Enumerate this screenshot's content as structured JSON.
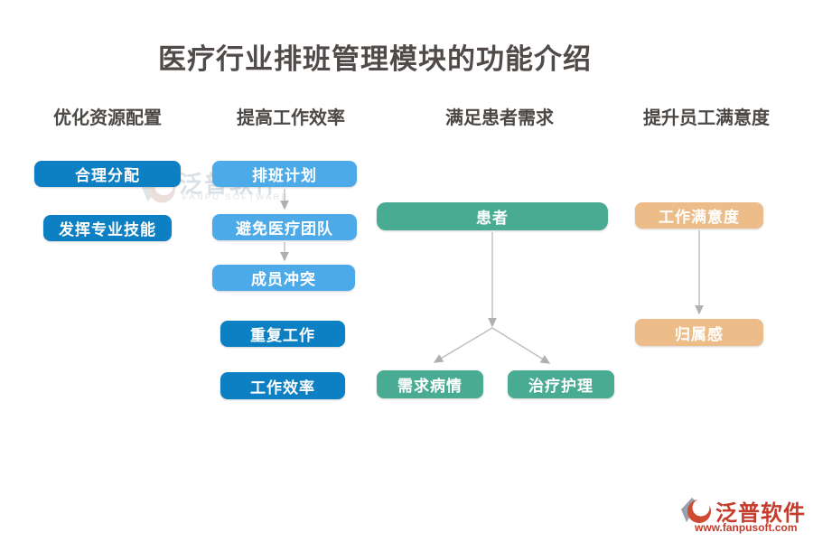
{
  "title": "医疗行业排班管理模块的功能介绍",
  "columns": [
    {
      "header": "优化资源配置",
      "boxes": [
        {
          "label": "合理分配",
          "color": "#0d7fc3"
        },
        {
          "label": "发挥专业技能",
          "color": "#0d7fc3"
        }
      ]
    },
    {
      "header": "提高工作效率",
      "boxes": [
        {
          "label": "排班计划",
          "color": "#4daae9"
        },
        {
          "label": "避免医疗团队",
          "color": "#4daae9"
        },
        {
          "label": "成员冲突",
          "color": "#4daae9"
        },
        {
          "label": "重复工作",
          "color": "#0d7fc3"
        },
        {
          "label": "工作效率",
          "color": "#0d7fc3"
        }
      ]
    },
    {
      "header": "满足患者需求",
      "boxes": [
        {
          "label": "患者",
          "color": "#48ab92"
        },
        {
          "label": "需求病情",
          "color": "#48ab92"
        },
        {
          "label": "治疗护理",
          "color": "#48ab92"
        }
      ]
    },
    {
      "header": "提升员工满意度",
      "boxes": [
        {
          "label": "工作满意度",
          "color": "#ecbd88"
        },
        {
          "label": "归属感",
          "color": "#ecbd88"
        }
      ]
    }
  ],
  "watermark": {
    "brand": "泛普软件",
    "subtitle": "FANPU SOFTWARE"
  },
  "footer_logo": {
    "brand": "泛普软件",
    "website": "www.fanpusoft.com"
  },
  "colors": {
    "dark_blue": "#0d7fc3",
    "light_blue": "#4daae9",
    "green": "#48ab92",
    "tan": "#ecbd88",
    "arrow_gray": "#bdbdbd",
    "title_text": "#504b48",
    "brand_red": "#c63b2b",
    "watermark_gray": "#c6d1da"
  }
}
